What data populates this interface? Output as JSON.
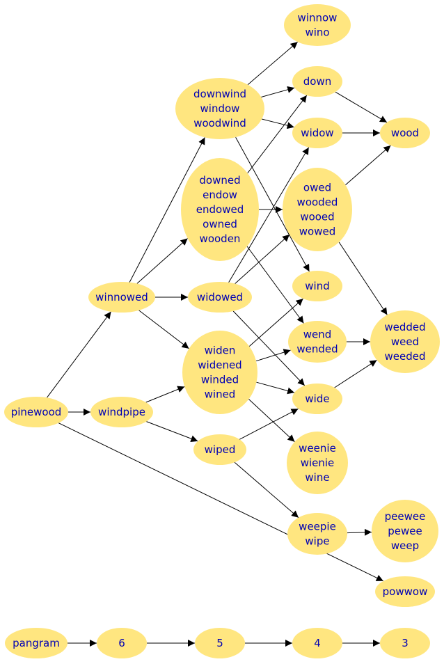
{
  "colors": {
    "node_fill": "#ffe680",
    "node_text": "#0000b3",
    "edge": "#000000",
    "background": "#ffffff"
  },
  "nodes": [
    {
      "id": "winnow",
      "lines": [
        "winnow",
        "wino"
      ]
    },
    {
      "id": "downwind",
      "lines": [
        "downwind",
        "window",
        "woodwind"
      ]
    },
    {
      "id": "down",
      "lines": [
        "down"
      ]
    },
    {
      "id": "widow",
      "lines": [
        "widow"
      ]
    },
    {
      "id": "wood",
      "lines": [
        "wood"
      ]
    },
    {
      "id": "downed",
      "lines": [
        "downed",
        "endow",
        "endowed",
        "owned",
        "wooden"
      ]
    },
    {
      "id": "owed",
      "lines": [
        "owed",
        "wooded",
        "wooed",
        "wowed"
      ]
    },
    {
      "id": "winnowed",
      "lines": [
        "winnowed"
      ]
    },
    {
      "id": "widowed",
      "lines": [
        "widowed"
      ]
    },
    {
      "id": "wind",
      "lines": [
        "wind"
      ]
    },
    {
      "id": "wend",
      "lines": [
        "wend",
        "wended"
      ]
    },
    {
      "id": "wedded",
      "lines": [
        "wedded",
        "weed",
        "weeded"
      ]
    },
    {
      "id": "widen",
      "lines": [
        "widen",
        "widened",
        "winded",
        "wined"
      ]
    },
    {
      "id": "pinewood",
      "lines": [
        "pinewood"
      ]
    },
    {
      "id": "windpipe",
      "lines": [
        "windpipe"
      ]
    },
    {
      "id": "wide",
      "lines": [
        "wide"
      ]
    },
    {
      "id": "wiped",
      "lines": [
        "wiped"
      ]
    },
    {
      "id": "weenie",
      "lines": [
        "weenie",
        "wienie",
        "wine"
      ]
    },
    {
      "id": "weepie",
      "lines": [
        "weepie",
        "wipe"
      ]
    },
    {
      "id": "peewee",
      "lines": [
        "peewee",
        "pewee",
        "weep"
      ]
    },
    {
      "id": "powwow",
      "lines": [
        "powwow"
      ]
    },
    {
      "id": "pangram",
      "lines": [
        "pangram"
      ]
    },
    {
      "id": "n6",
      "lines": [
        "6"
      ]
    },
    {
      "id": "n5",
      "lines": [
        "5"
      ]
    },
    {
      "id": "n4",
      "lines": [
        "4"
      ]
    },
    {
      "id": "n3",
      "lines": [
        "3"
      ]
    }
  ],
  "edges": [
    [
      "pinewood",
      "winnowed"
    ],
    [
      "pinewood",
      "windpipe"
    ],
    [
      "pinewood",
      "powwow"
    ],
    [
      "winnowed",
      "downwind"
    ],
    [
      "winnowed",
      "downed"
    ],
    [
      "winnowed",
      "widowed"
    ],
    [
      "winnowed",
      "widen"
    ],
    [
      "windpipe",
      "widen"
    ],
    [
      "windpipe",
      "wiped"
    ],
    [
      "downwind",
      "winnow"
    ],
    [
      "downwind",
      "down"
    ],
    [
      "downwind",
      "widow"
    ],
    [
      "downwind",
      "wind"
    ],
    [
      "downed",
      "down"
    ],
    [
      "downed",
      "owed"
    ],
    [
      "downed",
      "wend"
    ],
    [
      "widowed",
      "widow"
    ],
    [
      "widowed",
      "owed"
    ],
    [
      "widowed",
      "wide"
    ],
    [
      "widen",
      "wind"
    ],
    [
      "widen",
      "wend"
    ],
    [
      "widen",
      "wide"
    ],
    [
      "widen",
      "weenie"
    ],
    [
      "wiped",
      "wide"
    ],
    [
      "wiped",
      "weepie"
    ],
    [
      "down",
      "wood"
    ],
    [
      "widow",
      "wood"
    ],
    [
      "owed",
      "wood"
    ],
    [
      "owed",
      "wedded"
    ],
    [
      "wend",
      "wedded"
    ],
    [
      "wide",
      "wedded"
    ],
    [
      "weepie",
      "peewee"
    ],
    [
      "pangram",
      "n6"
    ],
    [
      "n6",
      "n5"
    ],
    [
      "n5",
      "n4"
    ],
    [
      "n4",
      "n3"
    ]
  ]
}
